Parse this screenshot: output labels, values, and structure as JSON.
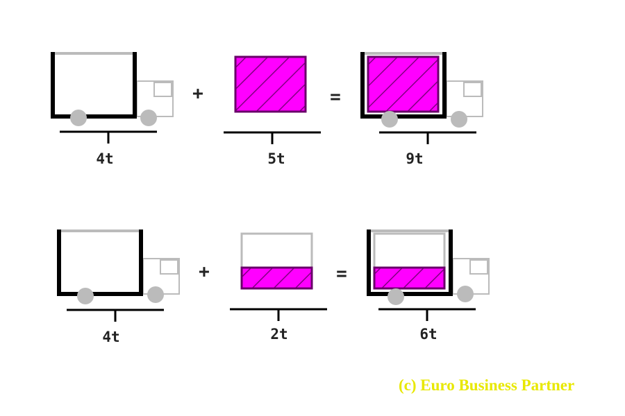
{
  "equations": [
    {
      "truck_weight": "4t",
      "operator_plus": "+",
      "cargo_weight": "5t",
      "operator_equals": "=",
      "total_weight": "9t",
      "cargo_fill": "full"
    },
    {
      "truck_weight": "4t",
      "operator_plus": "+",
      "cargo_weight": "2t",
      "operator_equals": "=",
      "total_weight": "6t",
      "cargo_fill": "partial"
    }
  ],
  "copyright": "(c) Euro Business Partner",
  "colors": {
    "cargo": "#ff00ff",
    "hatch": "#800080",
    "truck_body": "#000000",
    "truck_cab": "#bbbbbb",
    "wheel": "#bbbbbb",
    "copyright": "#e8e800"
  }
}
